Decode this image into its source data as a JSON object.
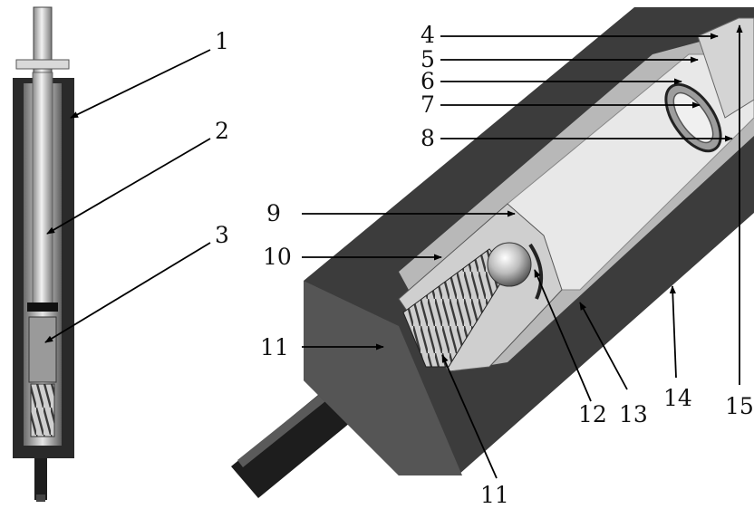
{
  "figure": {
    "left_view": {
      "labels": [
        "1",
        "2",
        "3"
      ]
    },
    "right_view": {
      "labels": [
        "4",
        "5",
        "6",
        "7",
        "8",
        "9",
        "10",
        "11",
        "11",
        "12",
        "13",
        "14",
        "15"
      ]
    }
  }
}
